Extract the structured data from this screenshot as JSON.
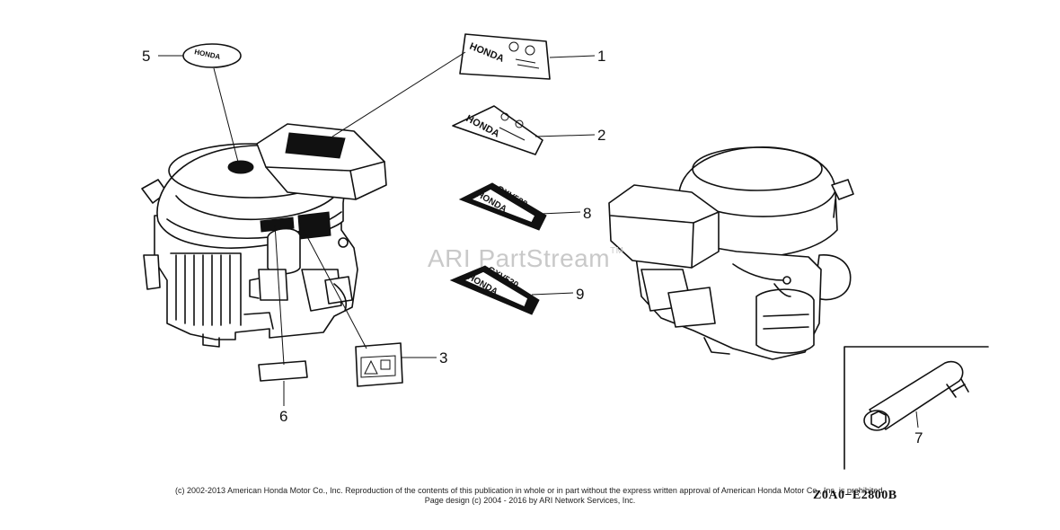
{
  "watermark": {
    "brand": "ARI PartStream",
    "mark": "TM"
  },
  "labels": {
    "honda_oval": "HONDA",
    "label1_brand": "HONDA",
    "label2_brand": "HONDA",
    "label8_brand": "HONDA",
    "label8_model": "GXV530",
    "label9_brand": "HONDA",
    "label9_model": "GXV530"
  },
  "callouts": [
    {
      "id": "c1",
      "number": "1"
    },
    {
      "id": "c2",
      "number": "2"
    },
    {
      "id": "c3",
      "number": "3"
    },
    {
      "id": "c5",
      "number": "5"
    },
    {
      "id": "c6",
      "number": "6"
    },
    {
      "id": "c7",
      "number": "7"
    },
    {
      "id": "c8",
      "number": "8"
    },
    {
      "id": "c9",
      "number": "9"
    }
  ],
  "footer": {
    "copyright_line1": "(c) 2002-2013 American Honda Motor Co., Inc. Reproduction of the contents of this publication in whole or in part without the express written approval of American Honda Motor Co., Inc. is prohibited.",
    "copyright_line2": "Page design (c) 2004 - 2016 by ARI Network Services, Inc.",
    "diagram_code": "Z0A0−E2800B"
  }
}
